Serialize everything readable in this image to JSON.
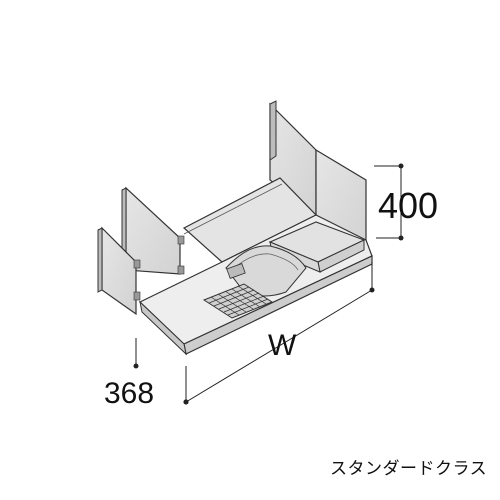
{
  "dimensions": {
    "height": "400",
    "width": "W",
    "depth": "368"
  },
  "caption": "スタンダードクラス",
  "colors": {
    "panel_fill": "#dddddd",
    "panel_stroke": "#333333",
    "line": "#222222"
  }
}
